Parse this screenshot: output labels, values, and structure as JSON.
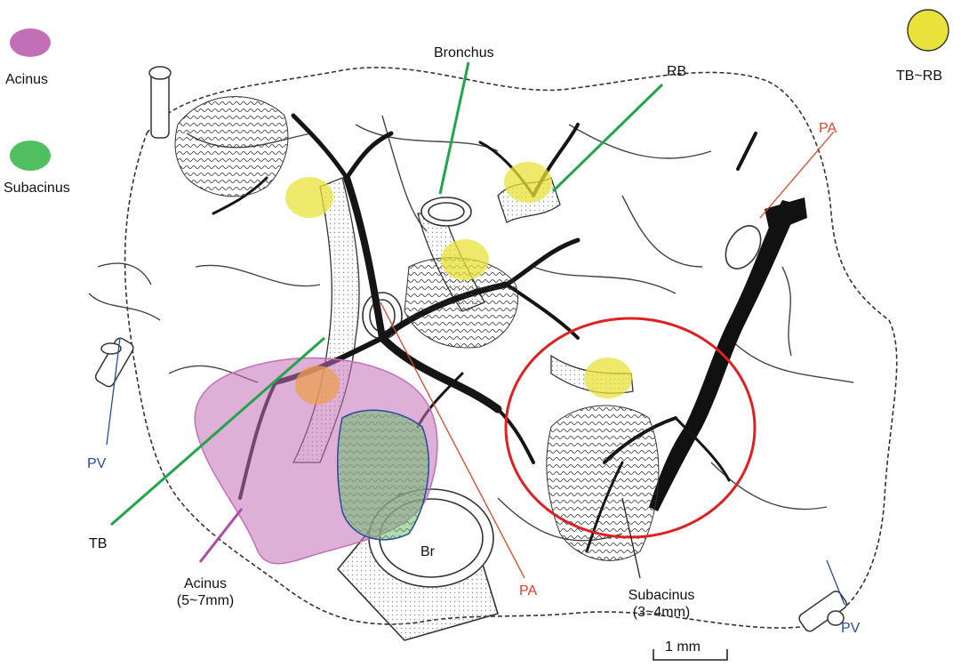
{
  "legend": {
    "acinus": {
      "label": "Acinus",
      "color": "#c36fb8"
    },
    "subacinus": {
      "label": "Subacinus",
      "color": "#4fbf5f"
    },
    "tb_rb": {
      "label": "TB~RB",
      "color": "#e9e23a"
    }
  },
  "labels": {
    "bronchus": "Bronchus",
    "rb": "RB",
    "pa_top": "PA",
    "pv_left": "PV",
    "tb": "TB",
    "acinus_size_line1": "Acinus",
    "acinus_size_line2": "(5~7mm)",
    "br": "Br",
    "pa_bottom": "PA",
    "subacinus_size_line1": "Subacinus",
    "subacinus_size_line2": "(3~4mm)",
    "pv_right": "PV",
    "scale_bar": "1 mm"
  },
  "colors": {
    "pa_label": "#e0432b",
    "pv_label": "#2a4aa0",
    "green_line": "#1fa64a",
    "magenta_line": "#b04aa8",
    "red_circle": "#e02020",
    "airway_ink": "#1a1a1a",
    "tissue_dot": "#9a9a9a"
  }
}
